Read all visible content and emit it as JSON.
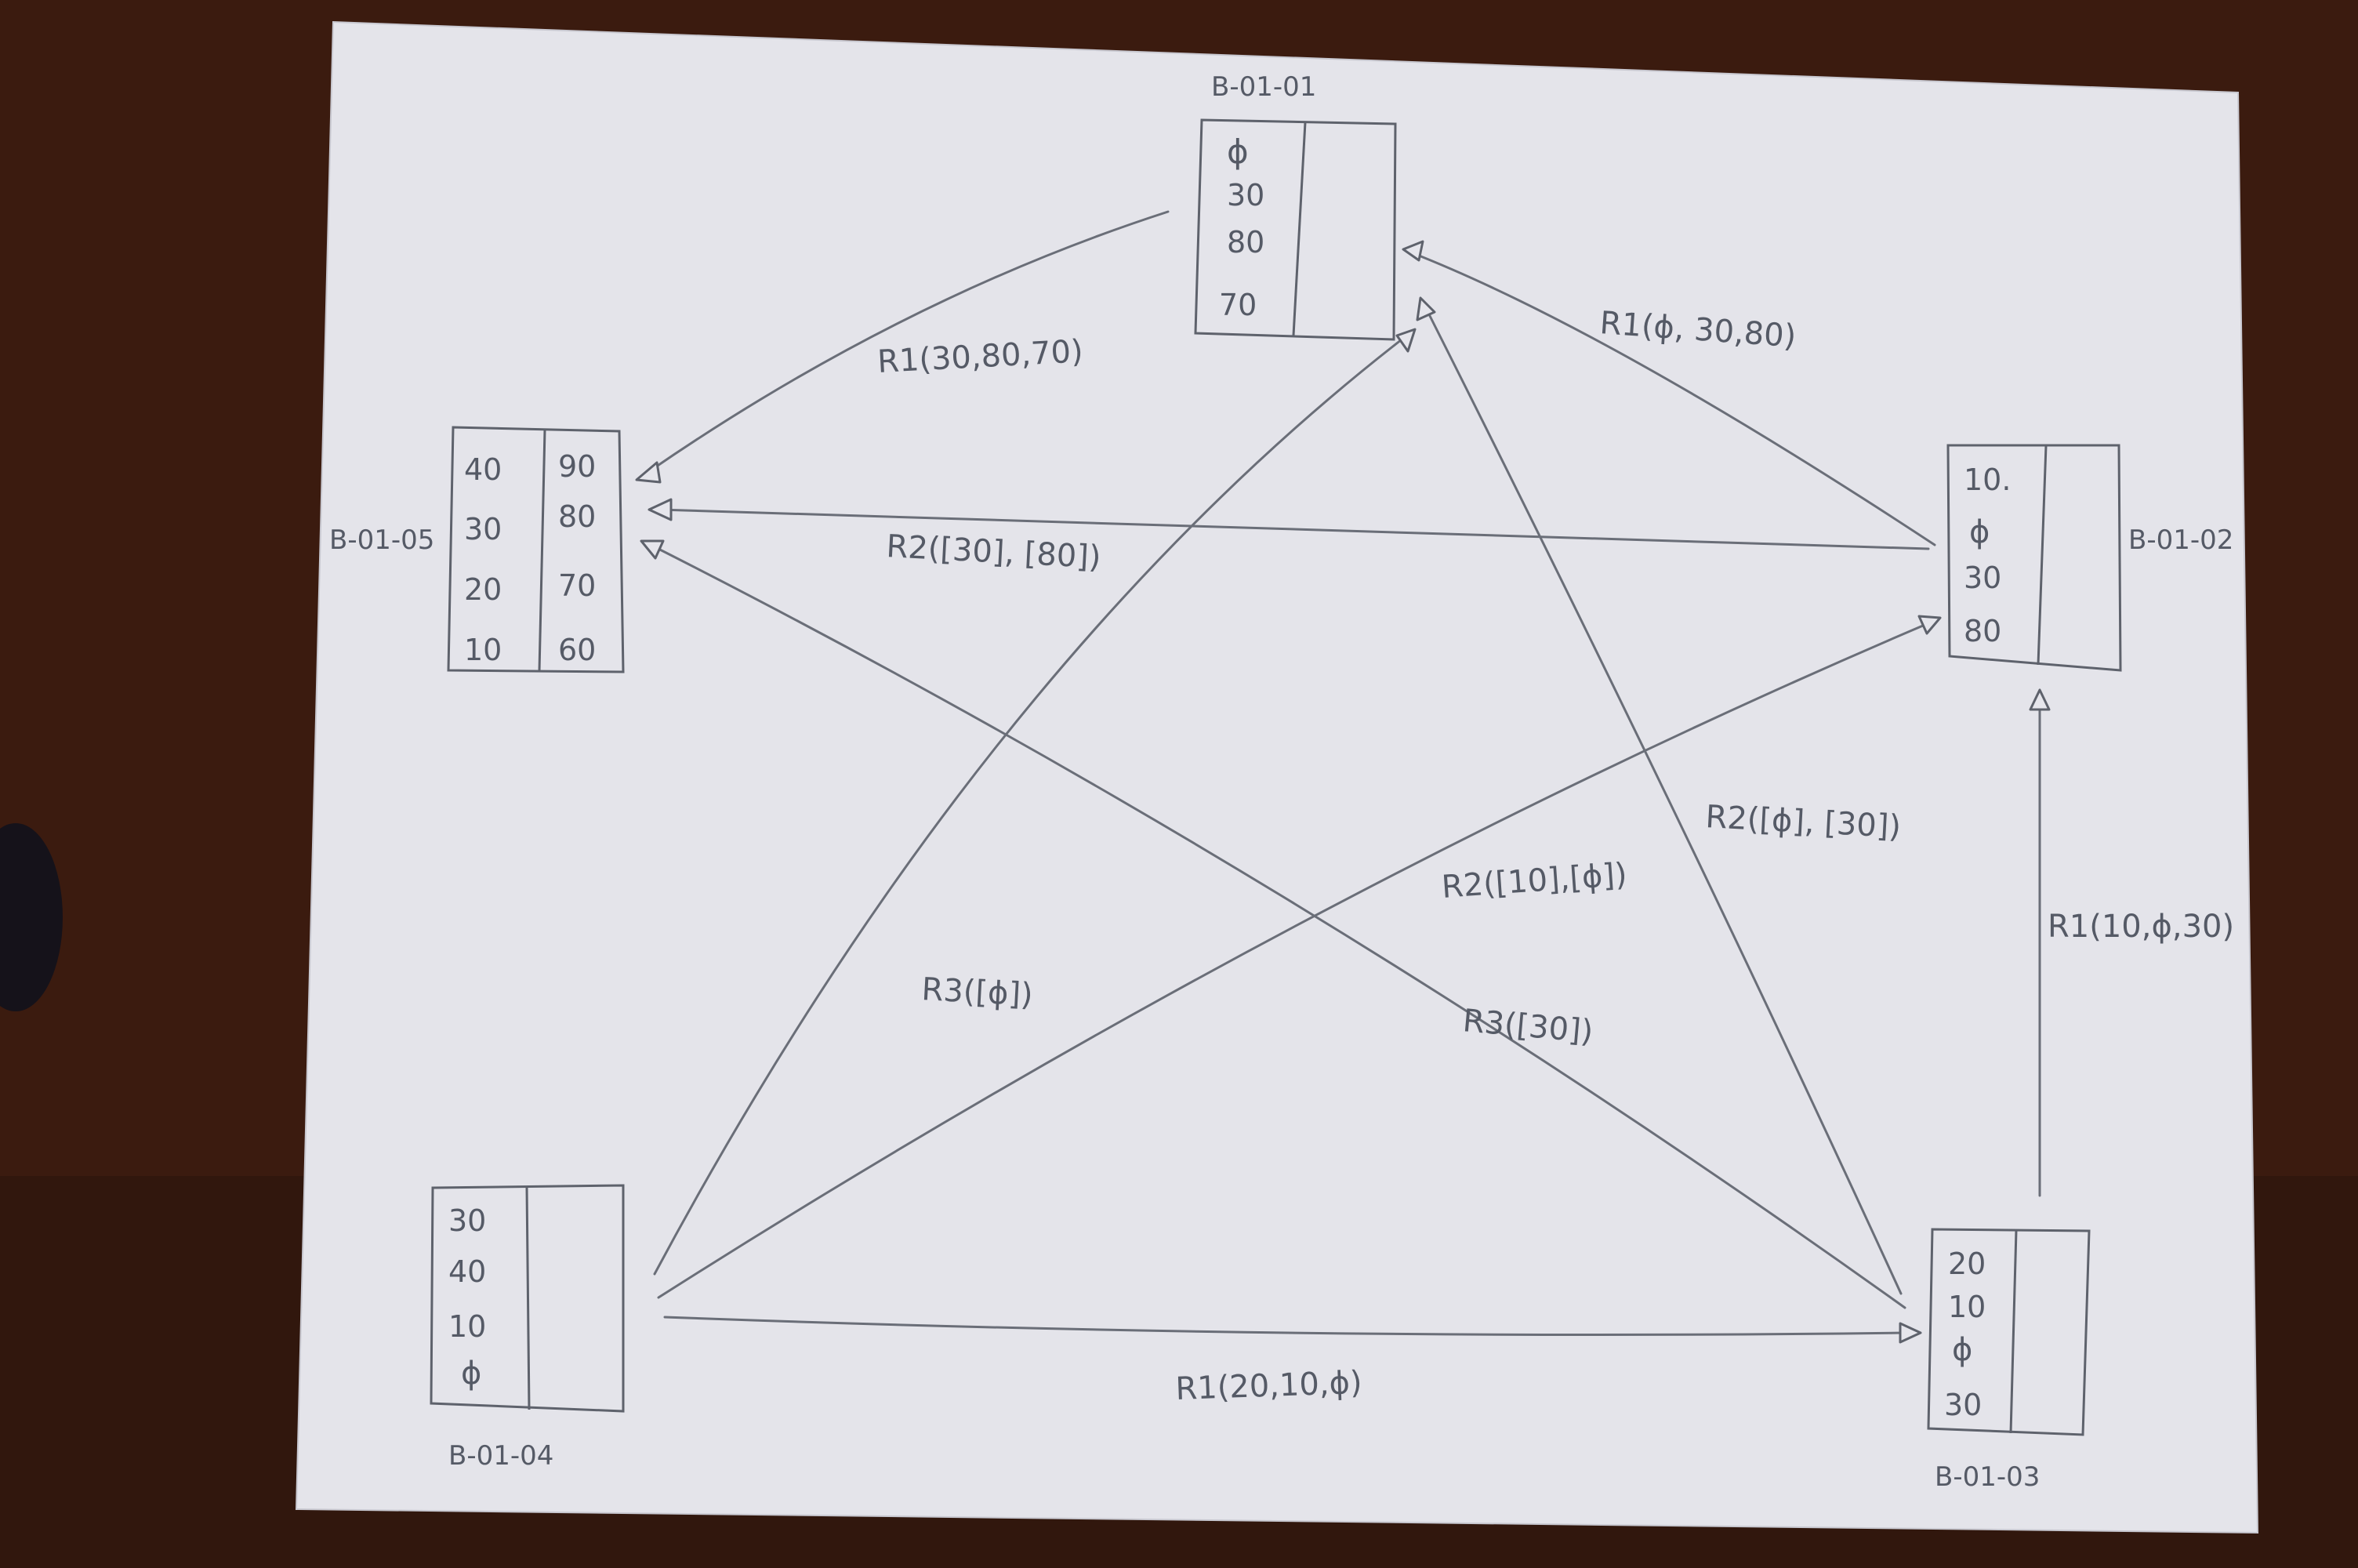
{
  "nodes": [
    {
      "id": "b-01-01",
      "label": "B-01-01",
      "left_values": [
        "ϕ",
        "30",
        "80",
        "70"
      ],
      "right_values": []
    },
    {
      "id": "b-01-02",
      "label": "B-01-02",
      "left_values": [
        "10.",
        "ϕ",
        "30",
        "80"
      ],
      "right_values": []
    },
    {
      "id": "b-01-03",
      "label": "B-01-03",
      "left_values": [
        "20",
        "10",
        "ϕ",
        "30"
      ],
      "right_values": []
    },
    {
      "id": "b-01-04",
      "label": "B-01-04",
      "left_values": [
        "30",
        "40",
        "10",
        "ϕ"
      ],
      "right_values": []
    },
    {
      "id": "b-01-05",
      "label": "B-01-05",
      "left_values": [
        "40",
        "30",
        "20",
        "10"
      ],
      "right_values": [
        "90",
        "80",
        "70",
        "60"
      ]
    }
  ],
  "edges": [
    {
      "from": "b-01-01",
      "to": "b-01-05",
      "label": "R1(30,80,70)"
    },
    {
      "from": "b-01-02",
      "to": "b-01-01",
      "label": "R1(ϕ, 30,80)"
    },
    {
      "from": "b-01-02",
      "to": "b-01-05",
      "label": "R2([30], [80])"
    },
    {
      "from": "b-01-03",
      "to": "b-01-02",
      "label": "R1(10,ϕ,30)"
    },
    {
      "from": "b-01-03",
      "to": "b-01-01",
      "label": "R2([ϕ], [30])"
    },
    {
      "from": "b-01-03",
      "to": "b-01-05",
      "label": "R3([30])"
    },
    {
      "from": "b-01-04",
      "to": "b-01-01",
      "label": "R3([ϕ])"
    },
    {
      "from": "b-01-04",
      "to": "b-01-02",
      "label": "R2([10],[ϕ])"
    },
    {
      "from": "b-01-04",
      "to": "b-01-03",
      "label": "R1(20,10,ϕ)"
    }
  ],
  "colors": {
    "desk": "#3a1a10",
    "paper": "#e6e6ec",
    "pencil": "#5e626c"
  }
}
